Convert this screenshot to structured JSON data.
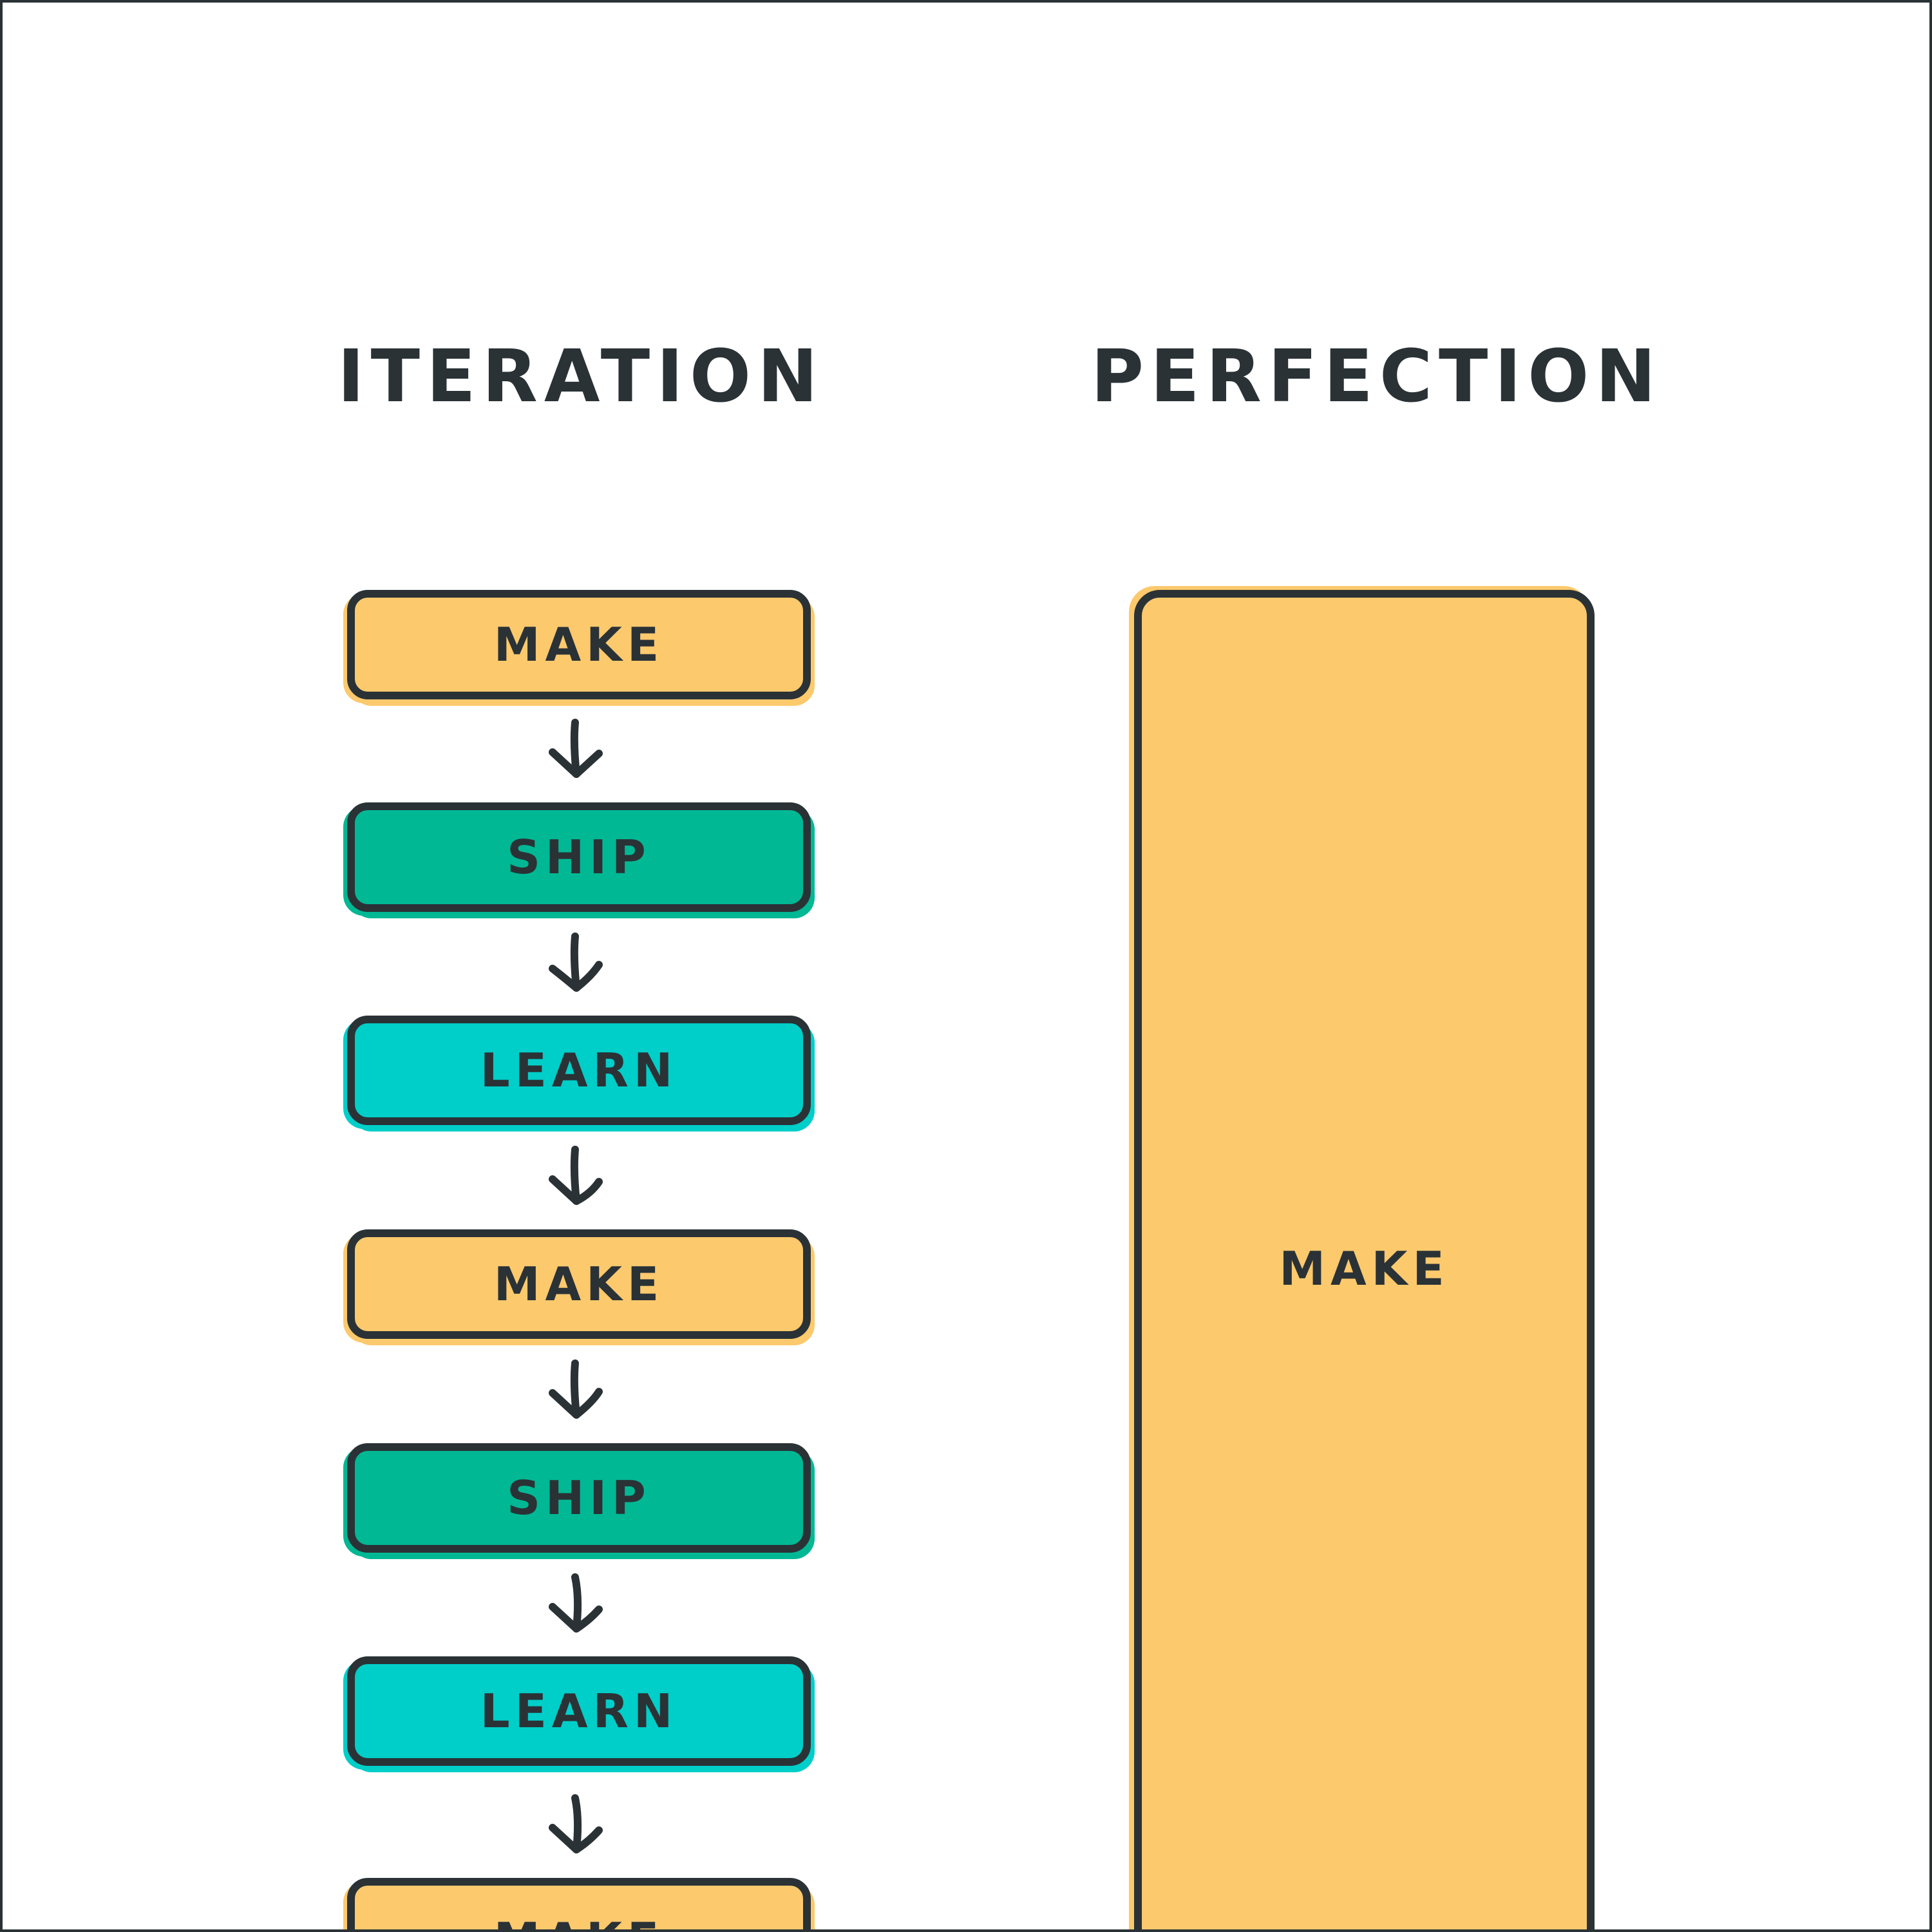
{
  "headings": {
    "left": "ITERATION",
    "right": "PERFECTION"
  },
  "iteration_steps": [
    {
      "label": "MAKE",
      "kind": "make"
    },
    {
      "label": "SHIP",
      "kind": "ship"
    },
    {
      "label": "LEARN",
      "kind": "learn"
    },
    {
      "label": "MAKE",
      "kind": "make"
    },
    {
      "label": "SHIP",
      "kind": "ship"
    },
    {
      "label": "LEARN",
      "kind": "learn"
    },
    {
      "label": "MAKE",
      "kind": "make"
    }
  ],
  "perfection_block": {
    "label": "MAKE"
  },
  "colors": {
    "make": "#fcc96d",
    "ship": "#00b894",
    "learn": "#00cec9",
    "ink": "#2a3236"
  }
}
